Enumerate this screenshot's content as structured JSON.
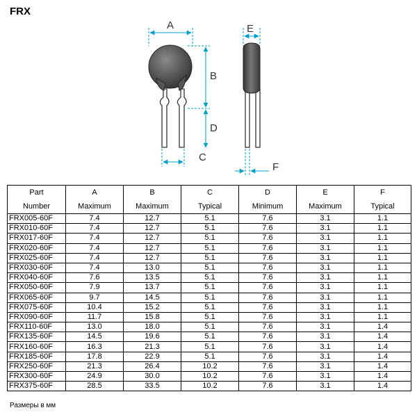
{
  "title": "FRX",
  "dimension_labels": {
    "a": "A",
    "b": "B",
    "c": "C",
    "d": "D",
    "e": "E",
    "f": "F"
  },
  "table": {
    "header_top": [
      "Part",
      "A",
      "B",
      "C",
      "D",
      "E",
      "F"
    ],
    "header_bottom": [
      "Number",
      "Maximum",
      "Maximum",
      "Typical",
      "Minimum",
      "Maximum",
      "Typical"
    ],
    "rows": [
      [
        "FRX005-60F",
        "7.4",
        "12.7",
        "5.1",
        "7.6",
        "3.1",
        "1.1"
      ],
      [
        "FRX010-60F",
        "7.4",
        "12.7",
        "5.1",
        "7.6",
        "3.1",
        "1.1"
      ],
      [
        "FRX017-60F",
        "7.4",
        "12.7",
        "5.1",
        "7.6",
        "3.1",
        "1.1"
      ],
      [
        "FRX020-60F",
        "7.4",
        "12.7",
        "5.1",
        "7.6",
        "3.1",
        "1.1"
      ],
      [
        "FRX025-60F",
        "7.4",
        "12.7",
        "5.1",
        "7.6",
        "3.1",
        "1.1"
      ],
      [
        "FRX030-60F",
        "7.4",
        "13.0",
        "5.1",
        "7.6",
        "3.1",
        "1.1"
      ],
      [
        "FRX040-60F",
        "7.6",
        "13.5",
        "5.1",
        "7.6",
        "3.1",
        "1.1"
      ],
      [
        "FRX050-60F",
        "7.9",
        "13.7",
        "5.1",
        "7.6",
        "3.1",
        "1.1"
      ],
      [
        "FRX065-60F",
        "9.7",
        "14.5",
        "5.1",
        "7.6",
        "3.1",
        "1.1"
      ],
      [
        "FRX075-60F",
        "10.4",
        "15.2",
        "5.1",
        "7.6",
        "3.1",
        "1.1"
      ],
      [
        "FRX090-60F",
        "11.7",
        "15.8",
        "5.1",
        "7.6",
        "3.1",
        "1.1"
      ],
      [
        "FRX110-60F",
        "13.0",
        "18.0",
        "5.1",
        "7.6",
        "3.1",
        "1.4"
      ],
      [
        "FRX135-60F",
        "14.5",
        "19.6",
        "5.1",
        "7.6",
        "3.1",
        "1.4"
      ],
      [
        "FRX160-60F",
        "16.3",
        "21.3",
        "5.1",
        "7.6",
        "3.1",
        "1.4"
      ],
      [
        "FRX185-60F",
        "17.8",
        "22.9",
        "5.1",
        "7.6",
        "3.1",
        "1.4"
      ],
      [
        "FRX250-60F",
        "21.3",
        "26.4",
        "10.2",
        "7.6",
        "3.1",
        "1.4"
      ],
      [
        "FRX300-60F",
        "24.9",
        "30.0",
        "10.2",
        "7.6",
        "3.1",
        "1.4"
      ],
      [
        "FRX375-60F",
        "28.5",
        "33.5",
        "10.2",
        "7.6",
        "3.1",
        "1.4"
      ]
    ]
  },
  "note": "Размеры в мм",
  "colors": {
    "dimension": "#00a0c8",
    "body": "#4a4a4a",
    "lead": "#ffffff"
  }
}
